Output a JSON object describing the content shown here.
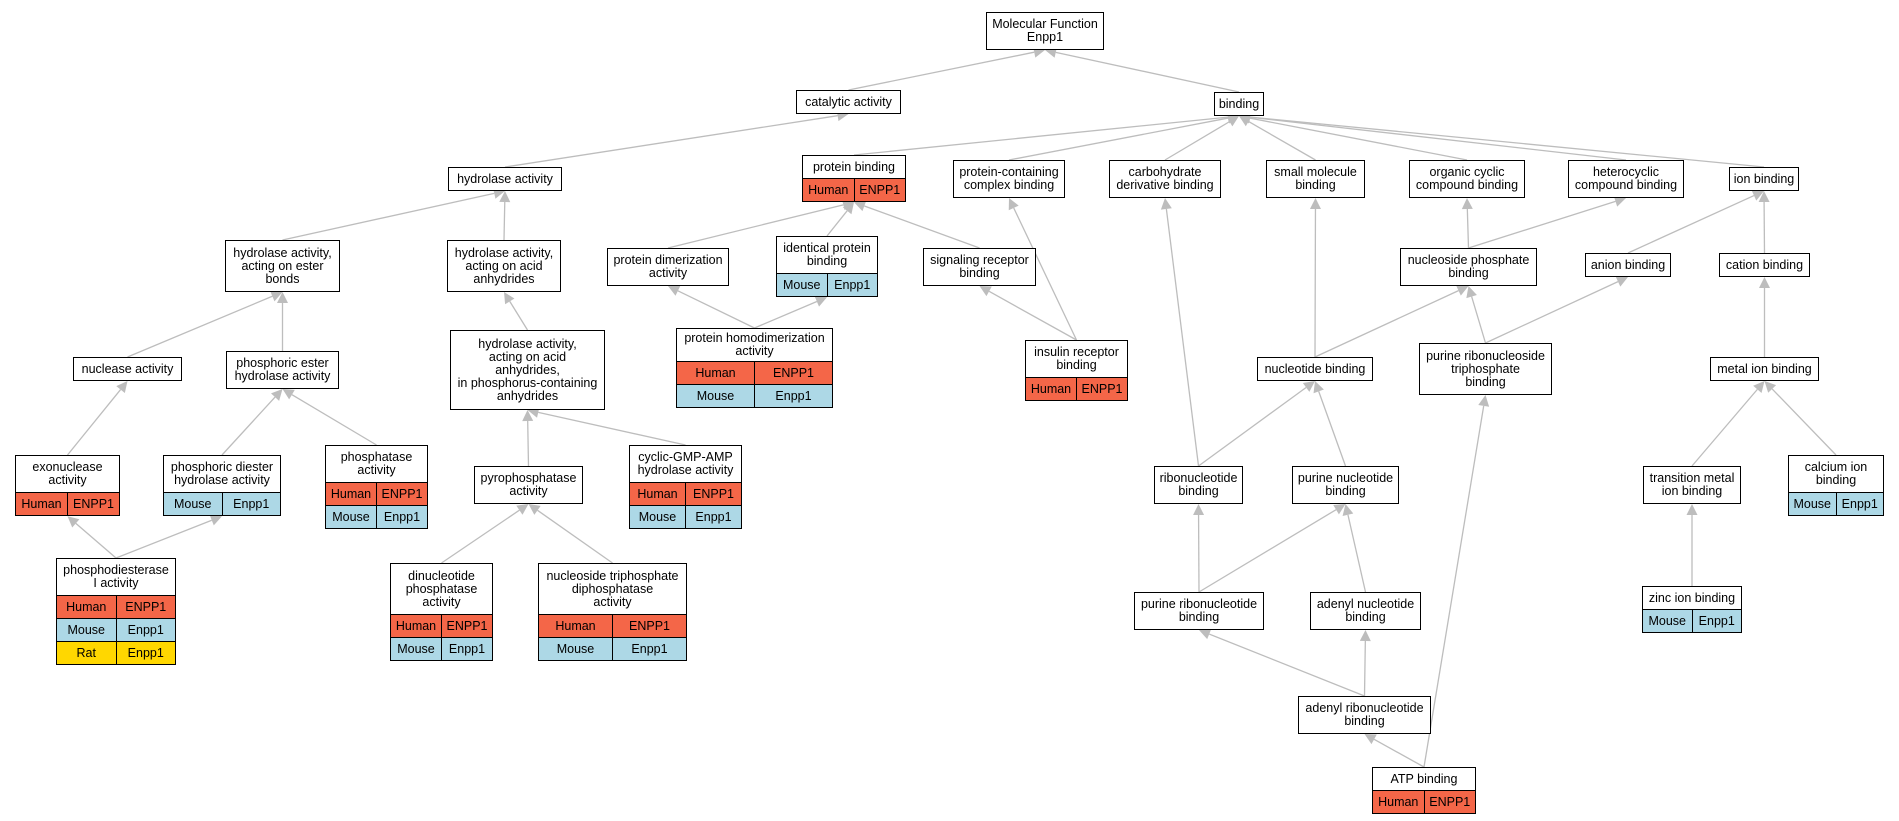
{
  "colors": {
    "edge": "#bdbdbd",
    "Human": "#f46648",
    "Mouse": "#add8e6",
    "Rat": "#ffd700"
  },
  "nodes": {
    "root": {
      "label": "Molecular Function\nEnpp1"
    },
    "catalytic": {
      "label": "catalytic activity"
    },
    "binding": {
      "label": "binding"
    },
    "hydrolase": {
      "label": "hydrolase activity"
    },
    "protein_binding": {
      "label": "protein binding",
      "orthologs": [
        {
          "species": "Human",
          "gene": "ENPP1"
        }
      ]
    },
    "protein_complex": {
      "label": "protein-containing\ncomplex binding"
    },
    "carbohydrate": {
      "label": "carbohydrate\nderivative binding"
    },
    "small_molecule": {
      "label": "small molecule\nbinding"
    },
    "organic_cyclic": {
      "label": "organic cyclic\ncompound binding"
    },
    "heterocyclic": {
      "label": "heterocyclic\ncompound binding"
    },
    "ion_binding": {
      "label": "ion binding"
    },
    "hyd_ester": {
      "label": "hydrolase activity,\nacting on ester\nbonds"
    },
    "hyd_acid": {
      "label": "hydrolase activity,\nacting on acid\nanhydrides"
    },
    "protein_dimer": {
      "label": "protein dimerization\nactivity"
    },
    "identical_protein": {
      "label": "identical protein\nbinding",
      "orthologs": [
        {
          "species": "Mouse",
          "gene": "Enpp1"
        }
      ]
    },
    "signaling_receptor": {
      "label": "signaling receptor\nbinding"
    },
    "nucleoside_phosphate": {
      "label": "nucleoside phosphate\nbinding"
    },
    "anion_binding": {
      "label": "anion binding"
    },
    "cation_binding": {
      "label": "cation binding"
    },
    "nuclease": {
      "label": "nuclease activity"
    },
    "phosphoric_ester": {
      "label": "phosphoric ester\nhydrolase activity"
    },
    "hyd_phosphorus": {
      "label": "hydrolase activity,\nacting on acid\nanhydrides,\nin phosphorus-containing\nanhydrides"
    },
    "protein_homodimer": {
      "label": "protein homodimerization\nactivity",
      "orthologs": [
        {
          "species": "Human",
          "gene": "ENPP1"
        },
        {
          "species": "Mouse",
          "gene": "Enpp1"
        }
      ]
    },
    "insulin_receptor": {
      "label": "insulin receptor\nbinding",
      "orthologs": [
        {
          "species": "Human",
          "gene": "ENPP1"
        }
      ]
    },
    "nucleotide_binding": {
      "label": "nucleotide binding"
    },
    "purine_ribonucleoside_tp": {
      "label": "purine ribonucleoside\ntriphosphate\nbinding"
    },
    "metal_ion": {
      "label": "metal ion binding"
    },
    "exonuclease": {
      "label": "exonuclease\nactivity",
      "orthologs": [
        {
          "species": "Human",
          "gene": "ENPP1"
        }
      ]
    },
    "phosphoric_diester": {
      "label": "phosphoric diester\nhydrolase activity",
      "orthologs": [
        {
          "species": "Mouse",
          "gene": "Enpp1"
        }
      ]
    },
    "phosphatase": {
      "label": "phosphatase\nactivity",
      "orthologs": [
        {
          "species": "Human",
          "gene": "ENPP1"
        },
        {
          "species": "Mouse",
          "gene": "Enpp1"
        }
      ]
    },
    "pyrophosphatase": {
      "label": "pyrophosphatase\nactivity"
    },
    "cgamp": {
      "label": "cyclic-GMP-AMP\nhydrolase activity",
      "orthologs": [
        {
          "species": "Human",
          "gene": "ENPP1"
        },
        {
          "species": "Mouse",
          "gene": "Enpp1"
        }
      ]
    },
    "ribonucleotide": {
      "label": "ribonucleotide\nbinding"
    },
    "purine_nucleotide": {
      "label": "purine nucleotide\nbinding"
    },
    "transition_metal": {
      "label": "transition metal\nion binding"
    },
    "calcium_ion": {
      "label": "calcium ion\nbinding",
      "orthologs": [
        {
          "species": "Mouse",
          "gene": "Enpp1"
        }
      ]
    },
    "phosphodiesterase": {
      "label": "phosphodiesterase\nI activity",
      "orthologs": [
        {
          "species": "Human",
          "gene": "ENPP1"
        },
        {
          "species": "Mouse",
          "gene": "Enpp1"
        },
        {
          "species": "Rat",
          "gene": "Enpp1"
        }
      ]
    },
    "dinucleotide_phosphatase": {
      "label": "dinucleotide\nphosphatase\nactivity",
      "orthologs": [
        {
          "species": "Human",
          "gene": "ENPP1"
        },
        {
          "species": "Mouse",
          "gene": "Enpp1"
        }
      ]
    },
    "ntp_diphosphatase": {
      "label": "nucleoside triphosphate\ndiphosphatase\nactivity",
      "orthologs": [
        {
          "species": "Human",
          "gene": "ENPP1"
        },
        {
          "species": "Mouse",
          "gene": "Enpp1"
        }
      ]
    },
    "purine_ribonucleotide": {
      "label": "purine ribonucleotide\nbinding"
    },
    "adenyl_nucleotide": {
      "label": "adenyl nucleotide\nbinding"
    },
    "zinc_ion": {
      "label": "zinc ion binding",
      "orthologs": [
        {
          "species": "Mouse",
          "gene": "Enpp1"
        }
      ]
    },
    "adenyl_ribonucleotide": {
      "label": "adenyl ribonucleotide\nbinding"
    },
    "atp_binding": {
      "label": "ATP binding",
      "orthologs": [
        {
          "species": "Human",
          "gene": "ENPP1"
        }
      ]
    }
  },
  "edges": [
    [
      "catalytic",
      "root"
    ],
    [
      "binding",
      "root"
    ],
    [
      "hydrolase",
      "catalytic"
    ],
    [
      "protein_binding",
      "binding"
    ],
    [
      "protein_complex",
      "binding"
    ],
    [
      "carbohydrate",
      "binding"
    ],
    [
      "small_molecule",
      "binding"
    ],
    [
      "organic_cyclic",
      "binding"
    ],
    [
      "heterocyclic",
      "binding"
    ],
    [
      "ion_binding",
      "binding"
    ],
    [
      "hyd_ester",
      "hydrolase"
    ],
    [
      "hyd_acid",
      "hydrolase"
    ],
    [
      "protein_dimer",
      "protein_binding"
    ],
    [
      "identical_protein",
      "protein_binding"
    ],
    [
      "signaling_receptor",
      "protein_binding"
    ],
    [
      "nuclease",
      "hyd_ester"
    ],
    [
      "phosphoric_ester",
      "hyd_ester"
    ],
    [
      "hyd_phosphorus",
      "hyd_acid"
    ],
    [
      "protein_homodimer",
      "protein_dimer"
    ],
    [
      "protein_homodimer",
      "identical_protein"
    ],
    [
      "insulin_receptor",
      "signaling_receptor"
    ],
    [
      "insulin_receptor",
      "protein_complex"
    ],
    [
      "nucleoside_phosphate",
      "organic_cyclic"
    ],
    [
      "nucleoside_phosphate",
      "heterocyclic"
    ],
    [
      "anion_binding",
      "ion_binding"
    ],
    [
      "cation_binding",
      "ion_binding"
    ],
    [
      "nucleotide_binding",
      "small_molecule"
    ],
    [
      "nucleotide_binding",
      "nucleoside_phosphate"
    ],
    [
      "purine_ribonucleoside_tp",
      "nucleoside_phosphate"
    ],
    [
      "purine_ribonucleoside_tp",
      "anion_binding"
    ],
    [
      "metal_ion",
      "cation_binding"
    ],
    [
      "exonuclease",
      "nuclease"
    ],
    [
      "phosphoric_diester",
      "phosphoric_ester"
    ],
    [
      "phosphatase",
      "phosphoric_ester"
    ],
    [
      "pyrophosphatase",
      "hyd_phosphorus"
    ],
    [
      "cgamp",
      "hyd_phosphorus"
    ],
    [
      "ribonucleotide",
      "nucleotide_binding"
    ],
    [
      "ribonucleotide",
      "carbohydrate"
    ],
    [
      "purine_nucleotide",
      "nucleotide_binding"
    ],
    [
      "transition_metal",
      "metal_ion"
    ],
    [
      "calcium_ion",
      "metal_ion"
    ],
    [
      "phosphodiesterase",
      "exonuclease"
    ],
    [
      "phosphodiesterase",
      "phosphoric_diester"
    ],
    [
      "dinucleotide_phosphatase",
      "pyrophosphatase"
    ],
    [
      "ntp_diphosphatase",
      "pyrophosphatase"
    ],
    [
      "purine_ribonucleotide",
      "ribonucleotide"
    ],
    [
      "purine_ribonucleotide",
      "purine_nucleotide"
    ],
    [
      "adenyl_nucleotide",
      "purine_nucleotide"
    ],
    [
      "zinc_ion",
      "transition_metal"
    ],
    [
      "adenyl_ribonucleotide",
      "purine_ribonucleotide"
    ],
    [
      "adenyl_ribonucleotide",
      "adenyl_nucleotide"
    ],
    [
      "atp_binding",
      "adenyl_ribonucleotide"
    ],
    [
      "atp_binding",
      "purine_ribonucleoside_tp"
    ]
  ]
}
